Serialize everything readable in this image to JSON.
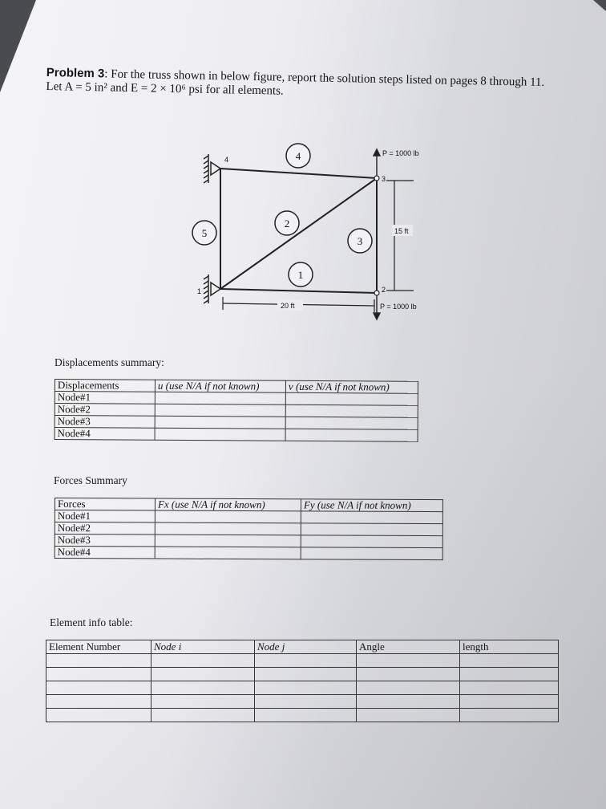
{
  "problem": {
    "label": "Problem 3",
    "line1": ": For the truss shown in below figure, report the solution steps listed on pages 8 through 11.",
    "line2": "Let A = 5 in² and E = 2 × 10⁶ psi for all elements."
  },
  "figure": {
    "element_labels": [
      "4",
      "2",
      "5",
      "3",
      "1"
    ],
    "node_labels": [
      "4",
      "3",
      "2",
      "1"
    ],
    "load_top": "P = 1000 lb",
    "load_bottom": "P = 1000 lb",
    "height_dim": "15 ft",
    "width_dim": "20 ft"
  },
  "displacements": {
    "title": "Displacements summary:",
    "headers": [
      "Displacements",
      "u (use N/A if not known)",
      "v (use N/A if not known)"
    ],
    "rows": [
      "Node#1",
      "Node#2",
      "Node#3",
      "Node#4"
    ]
  },
  "forces": {
    "title": "Forces Summary",
    "headers": [
      "Forces",
      "Fx (use N/A if not known)",
      "Fy (use N/A if not known)"
    ],
    "rows": [
      "Node#1",
      "Node#2",
      "Node#3",
      "Node#4"
    ]
  },
  "elements": {
    "title": "Element info table:",
    "headers": [
      "Element Number",
      "Node i",
      "Node j",
      "Angle",
      "length"
    ],
    "row_count": 5
  }
}
